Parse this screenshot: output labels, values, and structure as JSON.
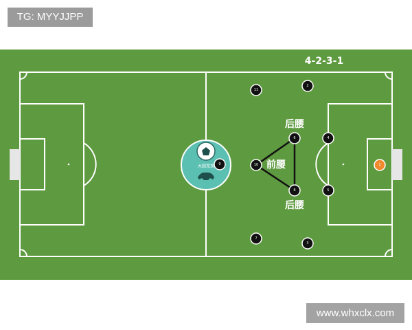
{
  "watermarks": {
    "top": "TG: MYYJJPP",
    "bottom": "www.whxclx.com"
  },
  "diagram": {
    "formation": "4-2-3-1",
    "labels": {
      "top_back": "后腰",
      "front": "前腰",
      "bottom_back": "后腰"
    },
    "logo_text": "大国竞技",
    "players": [
      {
        "id": "p11",
        "number": "11",
        "color": "#111111"
      },
      {
        "id": "p2",
        "number": "2",
        "color": "#111111"
      },
      {
        "id": "p6",
        "number": "6",
        "color": "#111111"
      },
      {
        "id": "p4",
        "number": "4",
        "color": "#111111"
      },
      {
        "id": "p9",
        "number": "9",
        "color": "#111111"
      },
      {
        "id": "p10",
        "number": "10",
        "color": "#111111"
      },
      {
        "id": "gk",
        "number": "1",
        "color": "#f08a2c"
      },
      {
        "id": "p8",
        "number": "8",
        "color": "#111111"
      },
      {
        "id": "p5",
        "number": "5",
        "color": "#111111"
      },
      {
        "id": "p7",
        "number": "7",
        "color": "#111111"
      },
      {
        "id": "p3",
        "number": "3",
        "color": "#111111"
      }
    ],
    "colors": {
      "grass": "#5e9a3f",
      "lines": "#ffffff",
      "logo_circle": "#5bbfb2"
    }
  }
}
